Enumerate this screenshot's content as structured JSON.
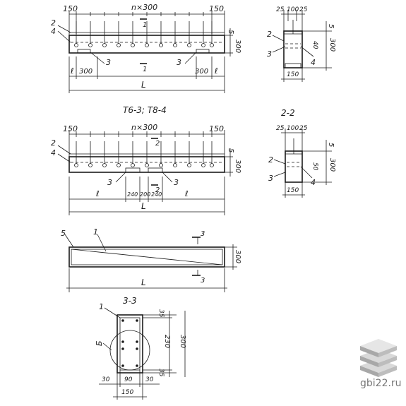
{
  "views": {
    "elev1": {
      "dim_left": "150",
      "dim_mid": "n×300",
      "dim_right": "150",
      "dim_h_top": "5",
      "dim_h": "300",
      "dim_l_left": "ℓ",
      "dim_300_left": "300",
      "dim_300_right": "300",
      "dim_l_right": "ℓ",
      "dim_L": "L",
      "pos_2": "2",
      "pos_4": "4",
      "pos_3a": "3",
      "pos_3b": "3",
      "cut_mark_top": "1",
      "cut_mark_bot": "1"
    },
    "sec1": {
      "dim_25a": "25",
      "dim_100": "100",
      "dim_25b": "25",
      "dim_5": "5",
      "dim_40": "40",
      "dim_300": "300",
      "dim_150": "150",
      "pos_2": "2",
      "pos_3": "3",
      "pos_4": "4"
    },
    "elev2": {
      "title": "Т6-3; Т8-4",
      "dim_left": "150",
      "dim_mid": "n×300",
      "dim_right": "150",
      "dim_h_top": "5",
      "dim_h": "300",
      "dim_240a": "240",
      "dim_200": "200",
      "dim_240b": "240",
      "dim_l_left": "ℓ",
      "dim_l_right": "ℓ",
      "dim_L": "L",
      "pos_2": "2",
      "pos_4": "4",
      "pos_3a": "3",
      "pos_3b": "3",
      "cut_mark_top": "2",
      "cut_mark_bot": "2"
    },
    "sec2": {
      "title": "2-2",
      "dim_25a": "25",
      "dim_100": "100",
      "dim_25b": "25",
      "dim_5": "5",
      "dim_300": "300",
      "dim_150": "150",
      "dim_50": "50",
      "pos_2": "2",
      "pos_3": "3",
      "pos_4": "4"
    },
    "plan": {
      "pos_5": "5",
      "pos_1": "1",
      "cut_mark_top": "3",
      "cut_mark_bot": "3",
      "dim_h": "300",
      "dim_L": "L"
    },
    "sec3": {
      "title": "3-3",
      "pos_1": "1",
      "callout": "Б",
      "dim_35a": "35",
      "dim_230": "230",
      "dim_35b": "35",
      "dim_300": "300",
      "dim_30a": "30",
      "dim_90": "90",
      "dim_30b": "30",
      "dim_150": "150"
    }
  },
  "watermark": {
    "text": "gbi22.ru",
    "color_top": "#d9d9d9",
    "color_side": "#a8a8a8"
  }
}
